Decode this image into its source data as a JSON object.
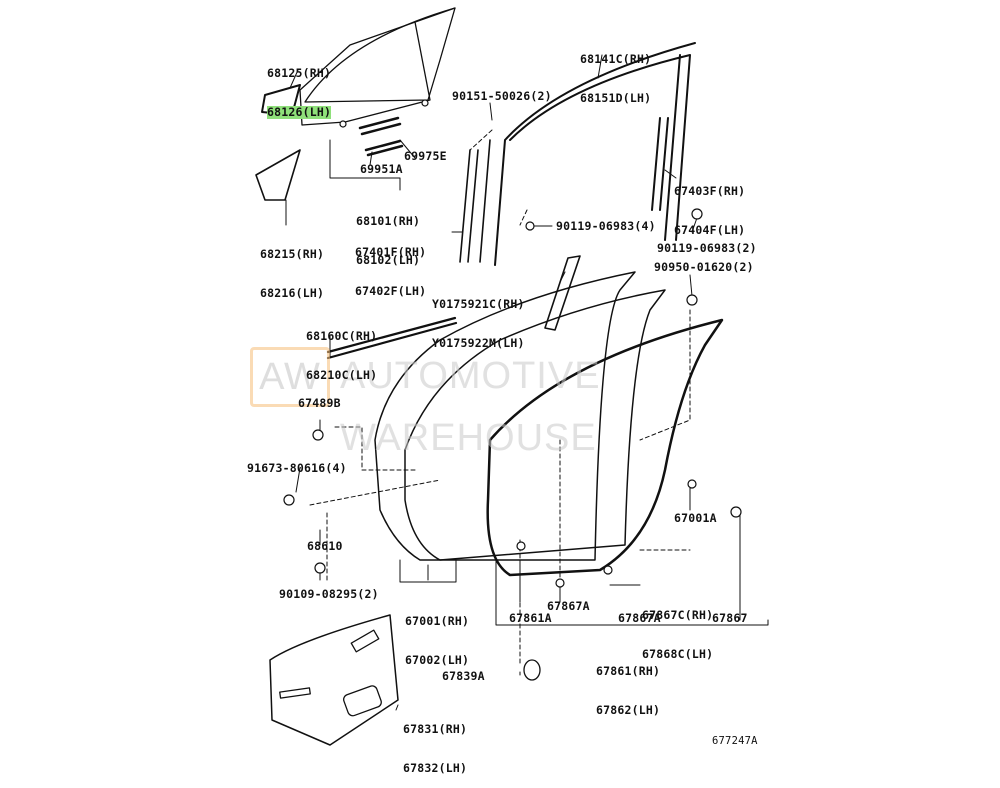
{
  "catalog_id": "677247A",
  "watermark": {
    "badge": "AW",
    "text": "AUTOMOTIVE WAREHOUSE"
  },
  "callouts": {
    "glass_qtr": {
      "rh": "68125(RH)",
      "lh": "68126(LH)"
    },
    "run_front": {
      "rh": "68141C(RH)",
      "lh": "68151D(LH)"
    },
    "screw_top": "90151-50026(2)",
    "belt_inner": "69975E",
    "belt_outer": "69951A",
    "glass_main": {
      "rh": "68101(RH)",
      "lh": "68102(LH)"
    },
    "channel_rear": {
      "rh": "67403F(RH)",
      "lh": "67404F(LH)"
    },
    "bracket_lower": {
      "rh": "68215(RH)",
      "lh": "68216(LH)"
    },
    "channel_front": {
      "rh": "67401F(RH)",
      "lh": "67402F(LH)"
    },
    "bolt_mid": "90119-06983(4)",
    "bolt_right": "90119-06983(2)",
    "garnish": {
      "rh": "Y0175921C(RH)",
      "lh": "Y0175922M(LH)"
    },
    "clip_right": "90950-01620(2)",
    "weatherstrip_belt": {
      "rh": "68160C(RH)",
      "lh": "68210C(LH)"
    },
    "plug": "67489B",
    "screw_hinge": "91673-80616(4)",
    "clip_side": "67001A",
    "hinge_check": "68610",
    "bolt_check": "90109-08295(2)",
    "panel": {
      "rh": "67001(RH)",
      "lh": "67002(LH)"
    },
    "seal_clip_a": {
      "rh": "67867C(RH)",
      "lh": "67868C(LH)"
    },
    "seal_clip_b": "67867A",
    "seal_clip_c": "67867A",
    "seal_opening": "67861A",
    "seal_right": "67867",
    "weatherstrip_door": {
      "rh": "67861(RH)",
      "lh": "67862(LH)"
    },
    "hole_plug": "67839A",
    "trim_cover": {
      "rh": "67831(RH)",
      "lh": "67832(LH)"
    }
  }
}
